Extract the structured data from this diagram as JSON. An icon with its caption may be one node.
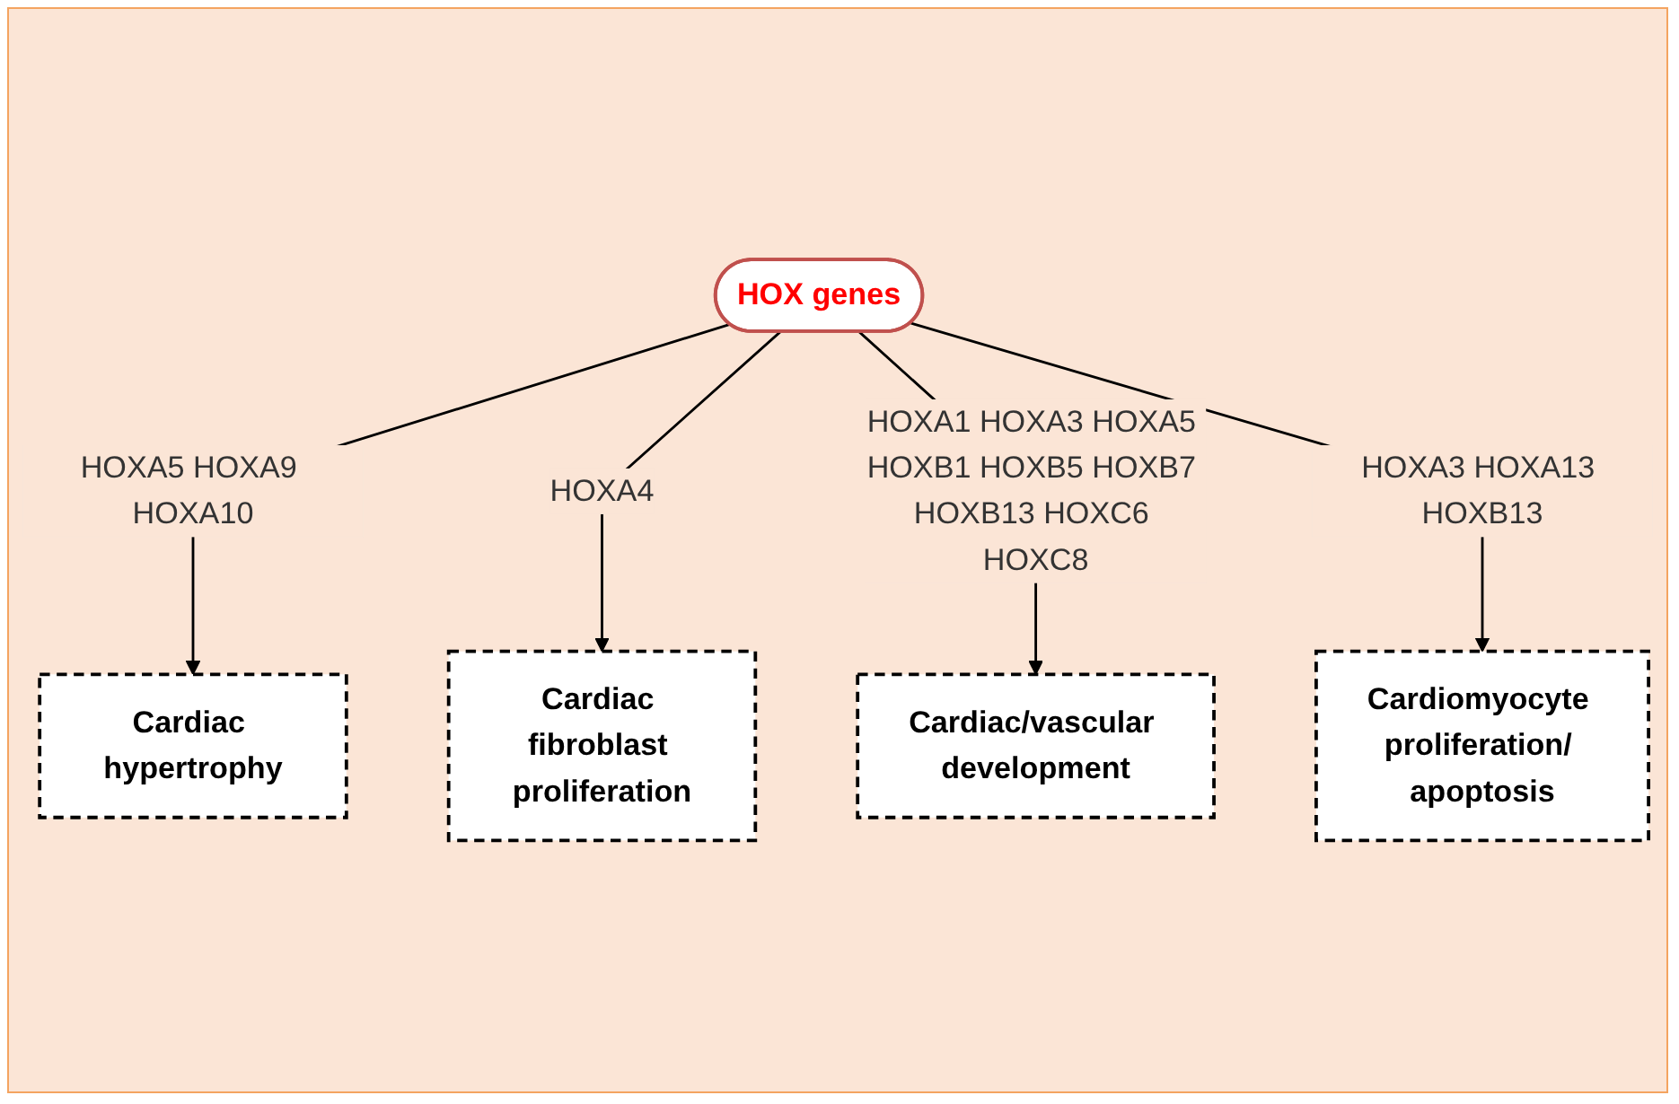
{
  "diagram": {
    "nodes": [
      {
        "text": [
          "HOX genes"
        ]
      },
      {
        "text": [
          "Cardiac hypertrophy"
        ]
      },
      {
        "text": [
          "Cardiac/vascular development"
        ]
      },
      {
        "text": [
          "Cardiac fibroblast proliferation"
        ]
      },
      {
        "text": [
          "Cardiomyocyte proliferation/ apoptosis"
        ]
      }
    ],
    "edges": [
      {
        "from": 0,
        "to": 1,
        "arrow": "to",
        "label": "HOXA5 HOXA9 HOXA10"
      },
      {
        "from": 0,
        "to": 3,
        "arrow": "to",
        "label": "HOXA4"
      },
      {
        "from": 0,
        "to": 2,
        "arrow": "to",
        "label": "HOXA1 HOXA3 HOXA5 HOXB1 HOXB5 HOXB7 HOXB13 HOXC6 HOXC8"
      },
      {
        "from": 0,
        "to": 4,
        "arrow": "to",
        "label": "HOXA3 HOXA13 HOXB13"
      }
    ]
  }
}
